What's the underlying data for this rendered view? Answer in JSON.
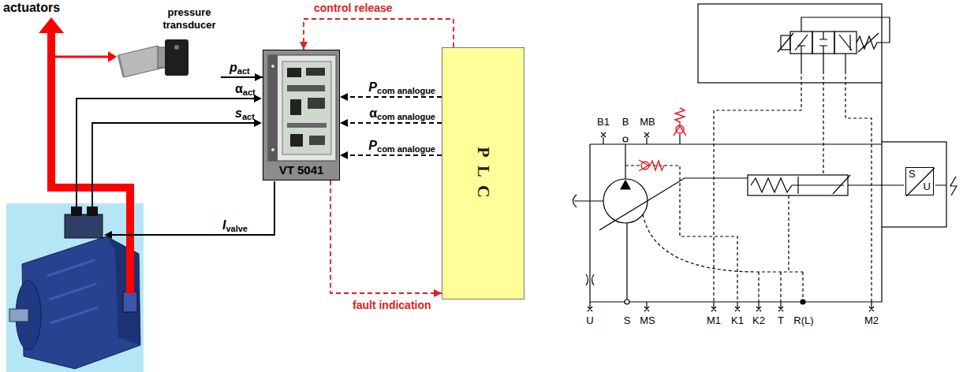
{
  "diagram": {
    "nodes": [
      {
        "text": [
          "pressure transducer"
        ]
      },
      {
        "text": [
          "VT 5041"
        ]
      },
      {
        "text": [
          "P L C"
        ]
      },
      {
        "text": [
          "S",
          "U"
        ]
      }
    ],
    "edges": [
      {
        "from": 0,
        "to": 1,
        "arrow": "to",
        "label": "pact"
      },
      {
        "from": 2,
        "to": 1,
        "arrow": "to",
        "label": "control release"
      },
      {
        "from": 2,
        "to": 1,
        "arrow": "to",
        "label": "Pcom analogue"
      },
      {
        "from": 2,
        "to": 1,
        "arrow": "to",
        "label": "αcom analogue"
      },
      {
        "from": 2,
        "to": 1,
        "arrow": "to",
        "label": "Pcom analogue"
      },
      {
        "from": 1,
        "to": 2,
        "arrow": "to",
        "label": "fault indication"
      }
    ],
    "labels": [
      "actuators",
      "αact",
      "sact",
      "Ivalve",
      "B1",
      "B",
      "MB",
      "U",
      "S",
      "MS",
      "M1",
      "K1",
      "K2",
      "T",
      "R(L)",
      "M2"
    ]
  }
}
